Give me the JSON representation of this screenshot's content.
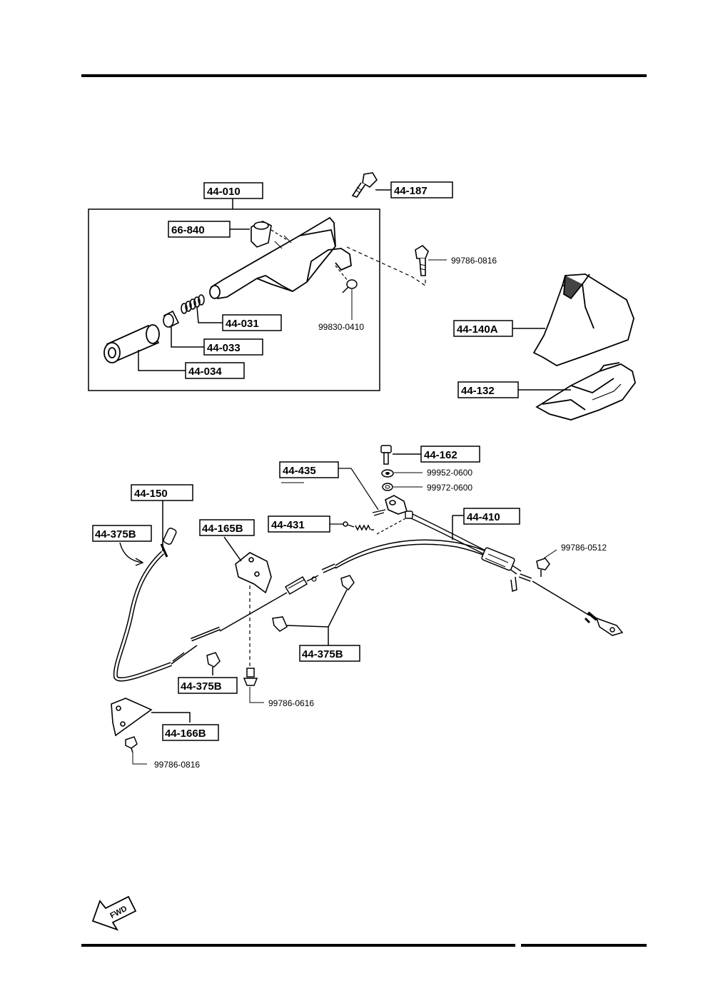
{
  "labels": {
    "l44_010": "44-010",
    "l44_187": "44-187",
    "l66_840": "66-840",
    "l99786_0816_top": "99786-0816",
    "l44_031": "44-031",
    "l99830_0410": "99830-0410",
    "l44_033": "44-033",
    "l44_034": "44-034",
    "l44_140A": "44-140A",
    "l44_132": "44-132",
    "l44_162": "44-162",
    "l44_435": "44-435",
    "l99952_0600": "99952-0600",
    "l99972_0600": "99972-0600",
    "l44_150": "44-150",
    "l44_410": "44-410",
    "l44_375B_a": "44-375B",
    "l44_165B": "44-165B",
    "l44_431": "44-431",
    "l99786_0512": "99786-0512",
    "l44_375B_b": "44-375B",
    "l44_375B_c": "44-375B",
    "l99786_0616": "99786-0616",
    "l44_166B": "44-166B",
    "l99786_0816_bottom": "99786-0816"
  },
  "fwd": "FWD"
}
